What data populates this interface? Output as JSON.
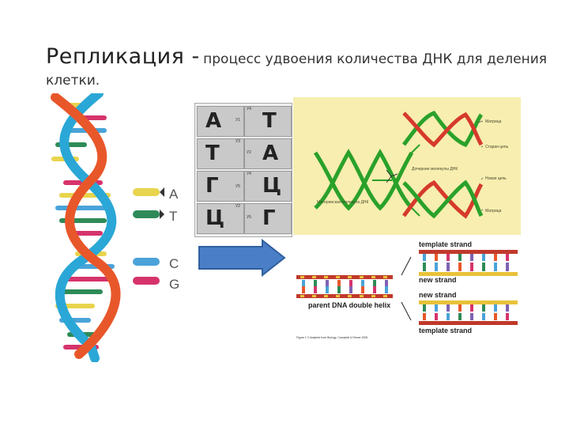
{
  "title": {
    "main": "Репликация -",
    "rest": "процесс удвоения количества ДНК для деления",
    "line2": "клетки."
  },
  "legend": [
    {
      "label": "A",
      "color": "#e8d44d"
    },
    {
      "label": "T",
      "color": "#2e8b57"
    },
    {
      "label": "C",
      "color": "#4aa3d9"
    },
    {
      "label": "G",
      "color": "#d6336c"
    }
  ],
  "pairing_tiles": {
    "left": [
      "А",
      "Т",
      "Г",
      "Ц"
    ],
    "right": [
      "Т",
      "А",
      "Ц",
      "Г"
    ]
  },
  "replication_panel": {
    "labels": [
      "Материнская молекула ДНК",
      "Дочерние молекулы ДНК",
      "Матрица",
      "Старая цепь",
      "Новая цепь",
      "Матрица"
    ]
  },
  "strand_diagram": {
    "template_top": "template strand",
    "new_top": "new strand",
    "new_bottom": "new strand",
    "template_bottom": "template strand",
    "parent": "parent DNA double helix",
    "credit": "Figure 1 © Adapted from Biology, Campbell & Reece 2005"
  },
  "colors": {
    "helix_orange": "#e8572a",
    "helix_blue": "#2aa7d6",
    "arrow_blue": "#4a7ec7",
    "panel_bg": "#f7eeb0",
    "strand_red": "#c0392b",
    "strand_yellow": "#e8c23a"
  }
}
